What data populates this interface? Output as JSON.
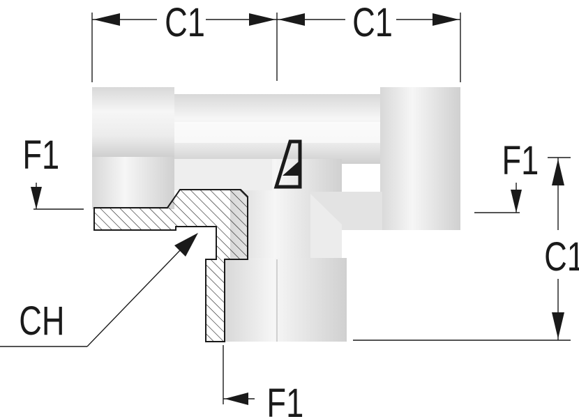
{
  "labels": {
    "c1_top_left": "C1",
    "c1_top_right": "C1",
    "c1_right": "C1",
    "f1_left": "F1",
    "f1_right": "F1",
    "f1_bottom": "F1",
    "ch": "CH"
  },
  "colors": {
    "ink": "#1a1a1a",
    "body_light": "#f4f4f4",
    "body_mid": "#dcdcdc",
    "body_shadow": "#c9c9c9",
    "hatch": "#1a1a1a"
  }
}
